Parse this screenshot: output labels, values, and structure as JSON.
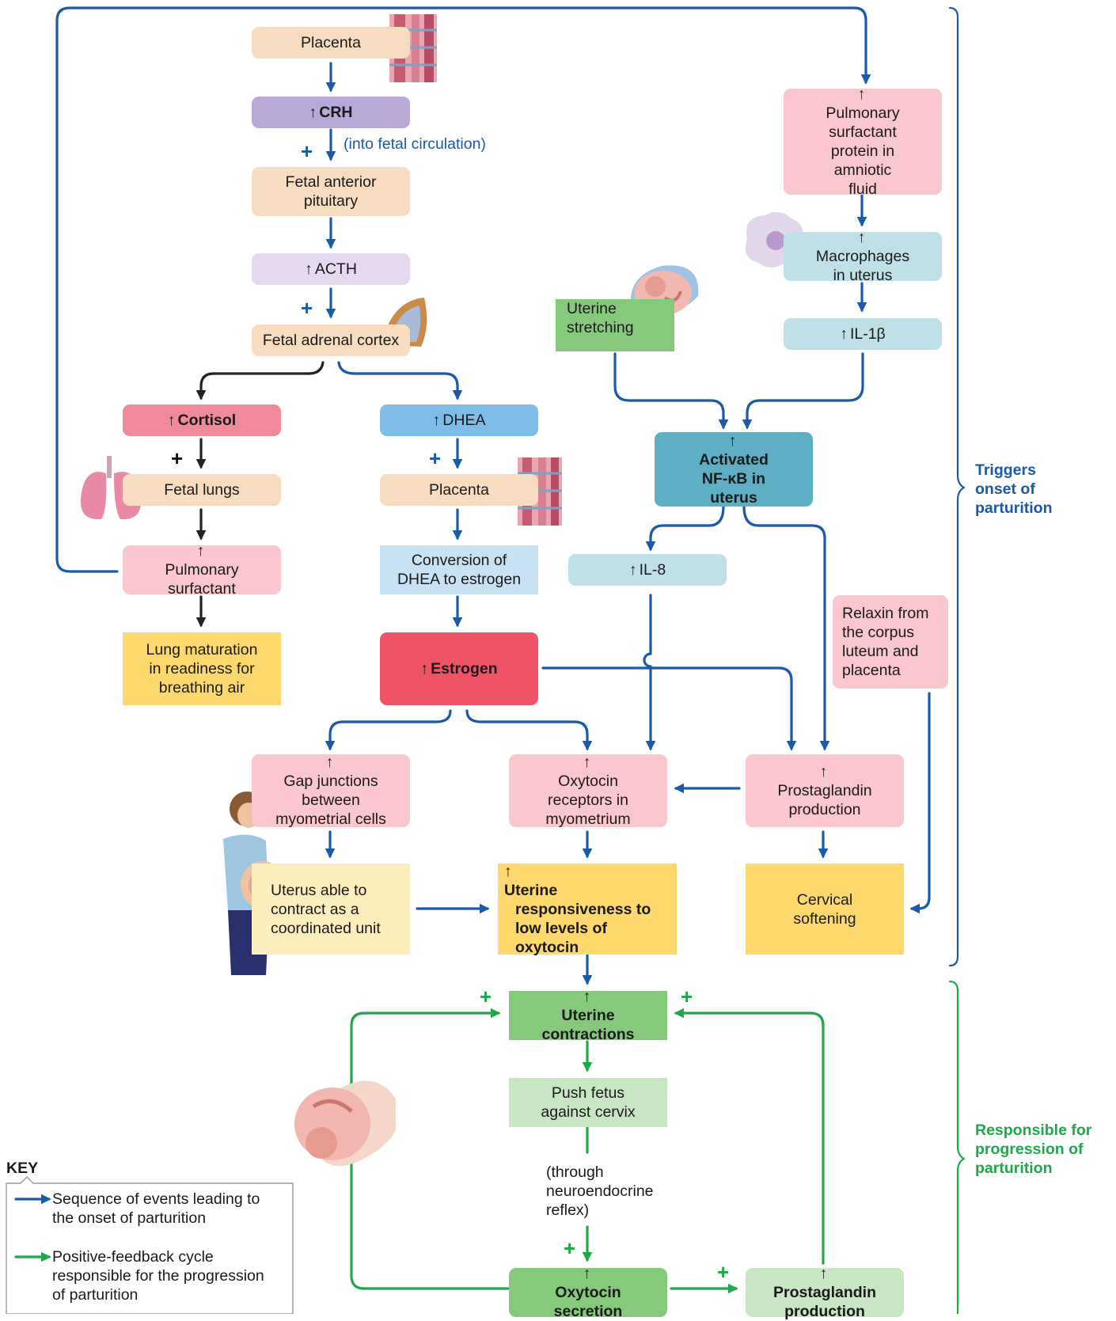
{
  "colors": {
    "blue_arrow": "#1a5aa6",
    "green_arrow": "#1fa84a",
    "black_arrow": "#222222",
    "peach": "#f7dcc0",
    "lavender_dark": "#b8a8d8",
    "lavender_light": "#e4d9ef",
    "pink_dark": "#f0899a",
    "pink_light": "#fbc7cf",
    "blue_box": "#7fbde8",
    "light_blue_box": "#c7e2f3",
    "teal_box": "#5eaec4",
    "cyan_light": "#bfe0e7",
    "red_box": "#ee5366",
    "yellow": "#fdd86d",
    "pale_yellow": "#fdefbd",
    "green_box": "#86c97c",
    "light_green": "#c8e6c4"
  },
  "icons": {
    "placenta_top": "placenta-illustration",
    "placenta_mid": "placenta-illustration",
    "adrenal": "adrenal-gland-illustration",
    "lungs": "lungs-illustration",
    "fetus_top": "fetus-in-uterus-illustration",
    "fetus_bottom": "fetus-in-uterus-illustration",
    "macrophage": "macrophage-illustration",
    "woman": "pregnant-woman-illustration"
  },
  "nodes": {
    "placenta_top": {
      "text": "Placenta"
    },
    "crh": {
      "arrow": "↑",
      "text": "CRH"
    },
    "fetal_anterior_pituitary": {
      "line1": "Fetal anterior",
      "line2": "pituitary"
    },
    "acth": {
      "arrow": "↑",
      "text": "ACTH"
    },
    "fetal_adrenal_cortex": {
      "text": "Fetal adrenal cortex"
    },
    "cortisol": {
      "arrow": "↑",
      "text": "Cortisol"
    },
    "dhea": {
      "arrow": "↑",
      "text": "DHEA"
    },
    "fetal_lungs": {
      "text": "Fetal lungs"
    },
    "placenta_mid": {
      "text": "Placenta"
    },
    "pulmonary_surfactant": {
      "arrow": "↑",
      "line1": "Pulmonary",
      "line2": "surfactant"
    },
    "conversion": {
      "line1": "Conversion of",
      "line2": "DHEA to estrogen"
    },
    "lung_maturation": {
      "line1": "Lung maturation",
      "line2": "in readiness for",
      "line3": "breathing air"
    },
    "estrogen": {
      "arrow": "↑",
      "text": "Estrogen"
    },
    "pulmonary_surfactant_protein": {
      "arrow": "↑",
      "line1": "Pulmonary",
      "line2": "surfactant",
      "line3": "protein in",
      "line4": "amniotic",
      "line5": "fluid"
    },
    "macrophages": {
      "arrow": "↑",
      "line1": "Macrophages",
      "line2": "in uterus"
    },
    "il1b": {
      "arrow": "↑",
      "text": "IL-1β"
    },
    "uterine_stretching": {
      "line1": "Uterine",
      "line2": "stretching"
    },
    "nfkb": {
      "arrow": "↑",
      "line1": "Activated",
      "line2": "NF-κB in",
      "line3": "uterus"
    },
    "il8": {
      "arrow": "↑",
      "text": "IL-8"
    },
    "relaxin": {
      "line1": "Relaxin from",
      "line2": "the corpus",
      "line3": "luteum and",
      "line4": "placenta"
    },
    "gap_junctions": {
      "arrow": "↑",
      "line1": "Gap junctions",
      "line2": "between",
      "line3": "myometrial cells"
    },
    "oxytocin_receptors": {
      "arrow": "↑",
      "line1": "Oxytocin",
      "line2": "receptors in",
      "line3": "myometrium"
    },
    "prostaglandin_top": {
      "arrow": "↑",
      "line1": "Prostaglandin",
      "line2": "production"
    },
    "uterus_able": {
      "line1": "Uterus able to",
      "line2": "contract as a",
      "line3": "coordinated unit"
    },
    "uterine_responsiveness": {
      "arrow": "↑",
      "line1": "Uterine",
      "line2": "responsiveness to",
      "line3": "low levels of",
      "line4": "oxytocin"
    },
    "cervical_softening": {
      "line1": "Cervical",
      "line2": "softening"
    },
    "uterine_contractions": {
      "arrow": "↑",
      "line1": "Uterine",
      "line2": "contractions"
    },
    "push_fetus": {
      "line1": "Push fetus",
      "line2": "against cervix"
    },
    "oxytocin_secretion": {
      "arrow": "↑",
      "line1": "Oxytocin",
      "line2": "secretion"
    },
    "prostaglandin_bottom": {
      "arrow": "↑",
      "line1": "Prostaglandin",
      "line2": "production"
    }
  },
  "notes": {
    "fetal_circulation": "(into fetal circulation)",
    "neuro_line1": "(through",
    "neuro_line2": "neuroendocrine",
    "neuro_line3": "reflex)"
  },
  "plus_sign": "+",
  "side_labels": {
    "triggers_line1": "Triggers",
    "triggers_line2": "onset of",
    "triggers_line3": "parturition",
    "responsible_line1": "Responsible for",
    "responsible_line2": "progression of",
    "responsible_line3": "parturition"
  },
  "key": {
    "title": "KEY",
    "blue_line1": "Sequence of events leading to",
    "blue_line2": "the onset of parturition",
    "green_line1": "Positive-feedback cycle",
    "green_line2": "responsible for the progression",
    "green_line3": "of parturition"
  }
}
